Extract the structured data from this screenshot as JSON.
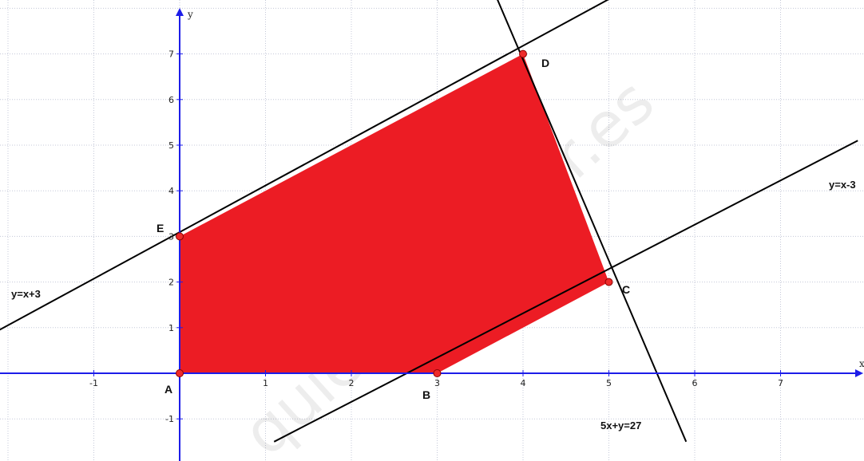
{
  "axes": {
    "x_name": "x",
    "y_name": "y",
    "x_ticks": [
      -1,
      1,
      2,
      3,
      4,
      5,
      6,
      7
    ],
    "y_ticks": [
      -1,
      1,
      2,
      3,
      4,
      5,
      6,
      7
    ],
    "xlim": [
      -2.1,
      7.9
    ],
    "ylim": [
      -1.5,
      8.2
    ],
    "grid": true,
    "axis_color": "#1d1de8"
  },
  "region": {
    "color": "#ec1c24",
    "vertices": [
      "A",
      "B",
      "C",
      "D",
      "E"
    ]
  },
  "points": [
    {
      "id": "A",
      "label": "A",
      "x": 0,
      "y": 0
    },
    {
      "id": "B",
      "label": "B",
      "x": 3,
      "y": 0
    },
    {
      "id": "C",
      "label": "C",
      "x": 5,
      "y": 2
    },
    {
      "id": "D",
      "label": "D",
      "x": 4,
      "y": 7
    },
    {
      "id": "E",
      "label": "E",
      "x": 0,
      "y": 3
    }
  ],
  "lines": [
    {
      "id": "line-1",
      "label": "y=x+3",
      "x": [
        -2.1,
        5.0
      ],
      "y": [
        0.95,
        8.2
      ]
    },
    {
      "id": "line-2",
      "label": "y=x-3",
      "x": [
        1.1,
        7.9
      ],
      "y": [
        -1.5,
        5.1
      ]
    },
    {
      "id": "line-3",
      "label": "5x+y=27",
      "x": [
        3.7,
        5.9
      ],
      "y": [
        8.2,
        -1.5
      ]
    }
  ],
  "watermark": "quieroaprobar.es"
}
